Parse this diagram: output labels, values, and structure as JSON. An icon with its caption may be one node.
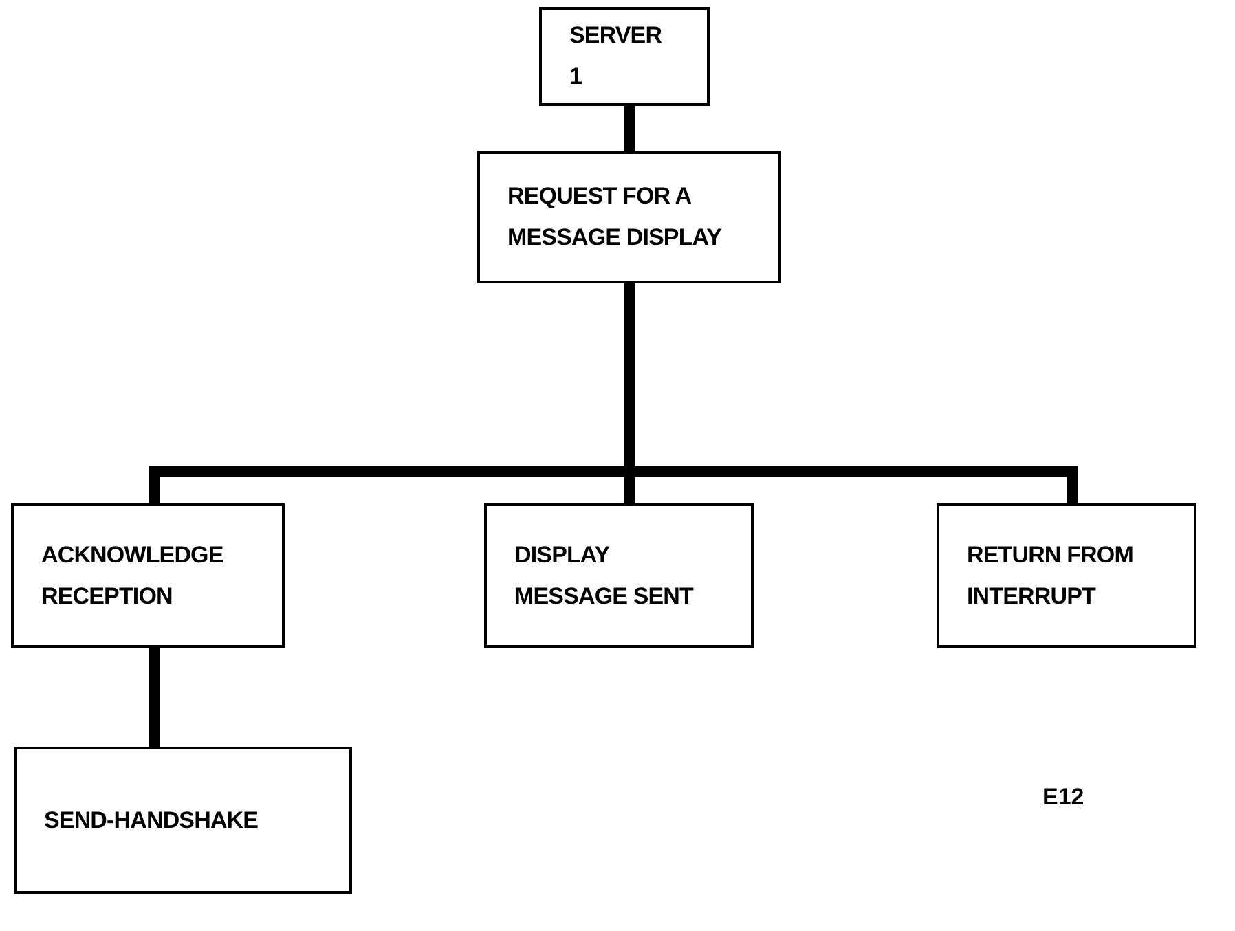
{
  "diagram": {
    "nodes": [
      {
        "text": [
          "SERVER 1"
        ]
      },
      {
        "text": [
          "REQUEST FOR A MESSAGE DISPLAY"
        ]
      },
      {
        "text": [
          "ACKNOWLEDGE RECEPTION"
        ]
      },
      {
        "text": [
          "DISPLAY MESSAGE SENT"
        ]
      },
      {
        "text": [
          "RETURN FROM INTERRUPT"
        ]
      },
      {
        "text": [
          "SEND-HANDSHAKE"
        ]
      }
    ],
    "edges": [
      {
        "from": 0,
        "to": 1,
        "arrow": "none"
      },
      {
        "from": 1,
        "to": 2,
        "arrow": "none"
      },
      {
        "from": 1,
        "to": 3,
        "arrow": "none"
      },
      {
        "from": 1,
        "to": 4,
        "arrow": "none"
      },
      {
        "from": 2,
        "to": 5,
        "arrow": "none"
      }
    ],
    "labels": [
      "E12"
    ]
  }
}
